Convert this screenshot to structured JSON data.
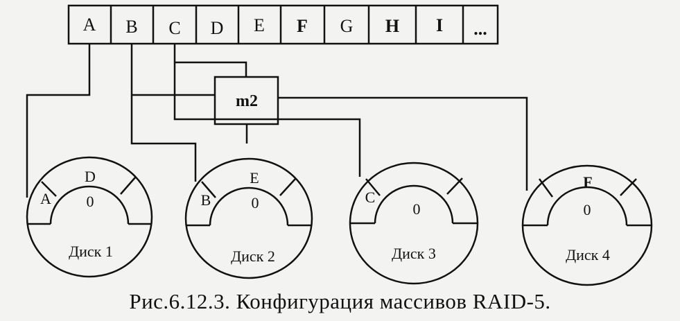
{
  "blocks": [
    "A",
    "B",
    "C",
    "D",
    "E",
    "F",
    "G",
    "H",
    "I",
    "..."
  ],
  "parity_box": "m2",
  "disks": [
    {
      "name": "Диск 1",
      "left": "A",
      "top": "D",
      "zero": "0"
    },
    {
      "name": "Диск 2",
      "left": "B",
      "top": "E",
      "zero": "0"
    },
    {
      "name": "Диск 3",
      "left": "C",
      "top": "",
      "zero": "0"
    },
    {
      "name": "Диск 4",
      "left": "",
      "top": "F",
      "zero": "0"
    }
  ],
  "caption": "Рис.6.12.3. Конфигурация массивов RAID-5.",
  "colors": {
    "ink": "#111111",
    "paper": "#f3f3f1"
  }
}
